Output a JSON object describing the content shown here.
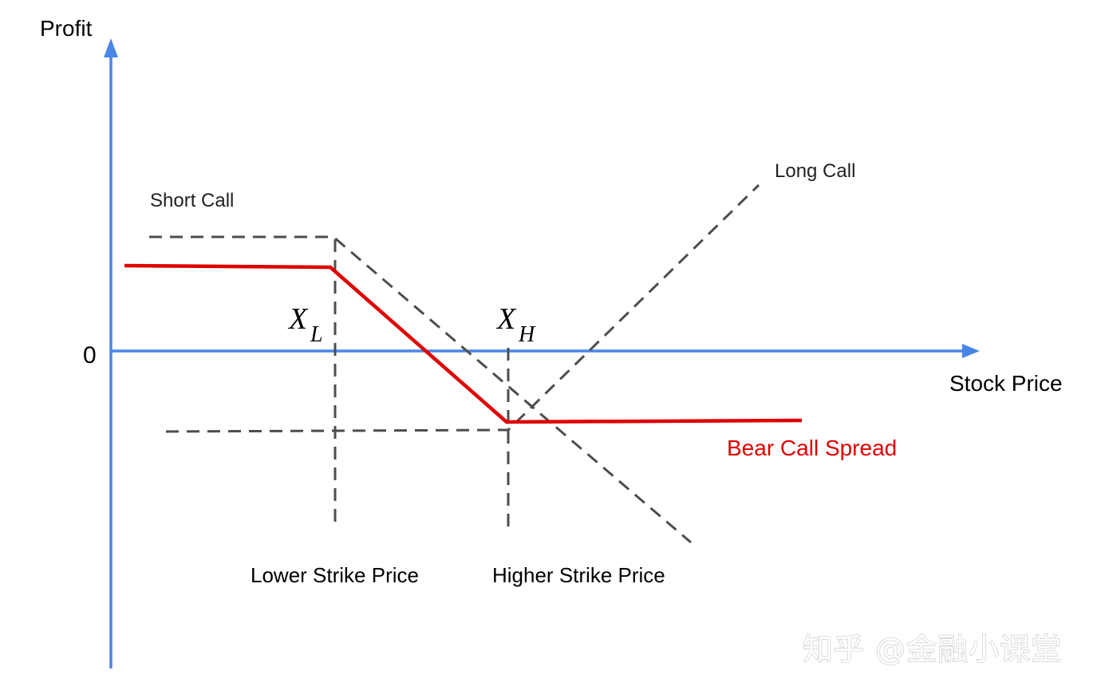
{
  "axes": {
    "y_label": "Profit",
    "x_label": "Stock Price",
    "zero_label": "0"
  },
  "curves": {
    "short_call_label": "Short Call",
    "long_call_label": "Long Call",
    "spread_label": "Bear Call Spread"
  },
  "strikes": {
    "lower": {
      "symbol": "X",
      "subscript": "L",
      "caption": "Lower Strike Price"
    },
    "higher": {
      "symbol": "X",
      "subscript": "H",
      "caption": "Higher Strike Price"
    }
  },
  "watermark": "知乎 @金融小课堂",
  "colors": {
    "axis": "#4a86e8",
    "spread": "#e00000",
    "dashed": "#4d4d4d",
    "spread_label": "#e00000"
  }
}
